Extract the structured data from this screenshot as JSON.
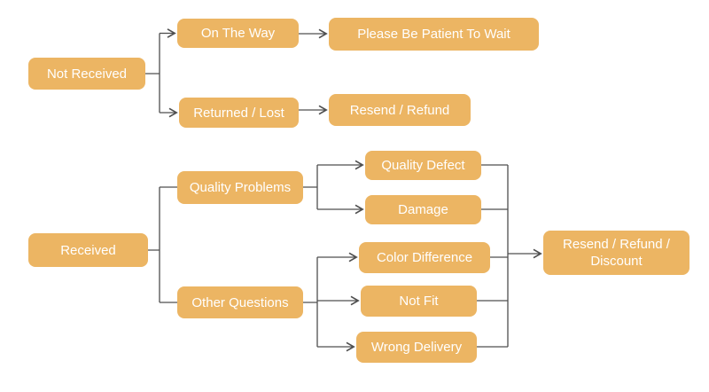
{
  "diagram": {
    "type": "flowchart",
    "nodes": {
      "not_received": "Not Received",
      "on_the_way": "On The Way",
      "please_wait": "Please Be Patient To Wait",
      "returned_lost": "Returned / Lost",
      "resend_refund": "Resend / Refund",
      "received": "Received",
      "quality_problems": "Quality Problems",
      "other_questions": "Other Questions",
      "quality_defect": "Quality Defect",
      "damage": "Damage",
      "color_difference": "Color Difference",
      "not_fit": "Not Fit",
      "wrong_delivery": "Wrong Delivery",
      "resend_refund_discount": "Resend / Refund / Discount"
    },
    "edges": [
      {
        "from": "not_received",
        "to": "on_the_way",
        "arrow": true
      },
      {
        "from": "not_received",
        "to": "returned_lost",
        "arrow": true
      },
      {
        "from": "on_the_way",
        "to": "please_wait",
        "arrow": true
      },
      {
        "from": "returned_lost",
        "to": "resend_refund",
        "arrow": true
      },
      {
        "from": "received",
        "to": "quality_problems",
        "arrow": false
      },
      {
        "from": "received",
        "to": "other_questions",
        "arrow": false
      },
      {
        "from": "quality_problems",
        "to": "quality_defect",
        "arrow": true
      },
      {
        "from": "quality_problems",
        "to": "damage",
        "arrow": true
      },
      {
        "from": "other_questions",
        "to": "color_difference",
        "arrow": true
      },
      {
        "from": "other_questions",
        "to": "not_fit",
        "arrow": true
      },
      {
        "from": "other_questions",
        "to": "wrong_delivery",
        "arrow": true
      },
      {
        "from": "quality_defect",
        "to": "resend_refund_discount",
        "arrow": true
      },
      {
        "from": "damage",
        "to": "resend_refund_discount",
        "arrow": true
      },
      {
        "from": "color_difference",
        "to": "resend_refund_discount",
        "arrow": true
      },
      {
        "from": "not_fit",
        "to": "resend_refund_discount",
        "arrow": true
      },
      {
        "from": "wrong_delivery",
        "to": "resend_refund_discount",
        "arrow": true
      }
    ]
  },
  "colors": {
    "node_fill": "#ecb563",
    "node_text": "#ffffff",
    "line": "#4f4f4f",
    "background": "#ffffff"
  }
}
